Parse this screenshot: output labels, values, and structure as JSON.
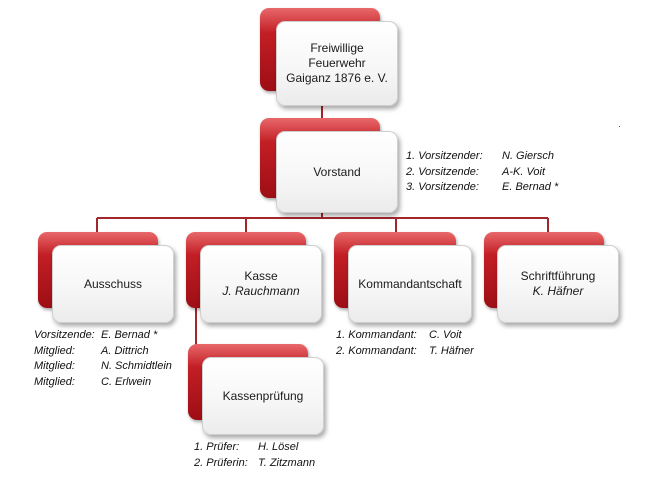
{
  "root": {
    "line1": "Freiwillige",
    "line2": "Feuerwehr",
    "line3": "Gaiganz 1876 e. V."
  },
  "vorstand": {
    "title": "Vorstand",
    "members": [
      {
        "role": "1. Vorsitzender:",
        "name": "N. Giersch"
      },
      {
        "role": "2. Vorsitzende:",
        "name": "A-K. Voit"
      },
      {
        "role": "3. Vorsitzende:",
        "name": "E. Bernad *"
      }
    ]
  },
  "ausschuss": {
    "title": "Ausschuss",
    "members": [
      {
        "role": "Vorsitzende:",
        "name": "E. Bernad *"
      },
      {
        "role": "Mitglied:",
        "name": "A. Dittrich"
      },
      {
        "role": "Mitglied:",
        "name": "N. Schmidtlein"
      },
      {
        "role": "Mitglied:",
        "name": "C. Erlwein"
      }
    ]
  },
  "kasse": {
    "title": "Kasse",
    "person": "J. Rauchmann"
  },
  "kassenpruefung": {
    "title": "Kassenprüfung",
    "members": [
      {
        "role": "1. Prüfer:",
        "name": "H. Lösel"
      },
      {
        "role": "2. Prüferin:",
        "name": "T. Zitzmann"
      }
    ]
  },
  "kommandantschaft": {
    "title": "Kommandantschaft",
    "members": [
      {
        "role": "1. Kommandant:",
        "name": "C. Voit"
      },
      {
        "role": "2. Kommandant:",
        "name": "T. Häfner"
      }
    ]
  },
  "schriftfuehrung": {
    "title": "Schriftführung",
    "person": "K. Häfner"
  },
  "colors": {
    "accent": "#c21f25",
    "accent_dark": "#9d0e14",
    "connector": "#a3262b"
  }
}
